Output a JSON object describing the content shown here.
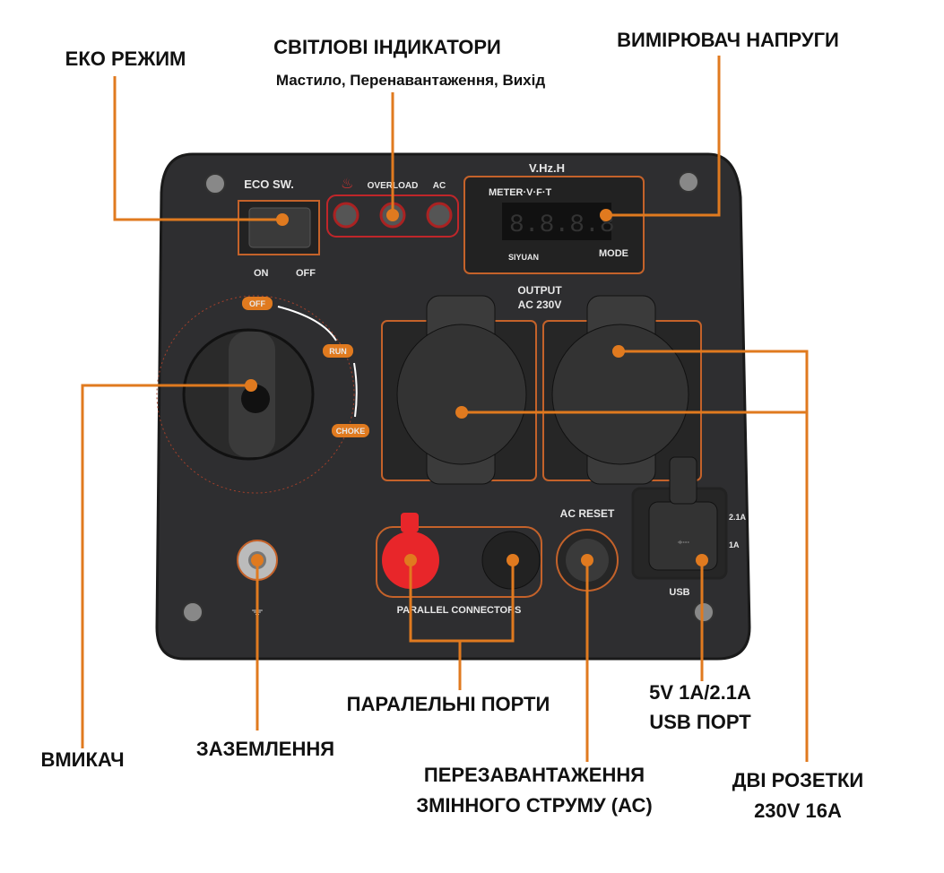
{
  "callouts": {
    "eco": "ЕКО РЕЖИМ",
    "indicators_title": "СВІТЛОВІ ІНДИКАТОРИ",
    "indicators_sub": "Мастило, Перенавантаження, Вихід",
    "meter": "ВИМІРЮВАЧ НАПРУГИ",
    "switch": "ВМИКАЧ",
    "ground": "ЗАЗЕМЛЕННЯ",
    "parallel": "ПАРАЛЕЛЬНІ ПОРТИ",
    "ac_reset_1": "ПЕРЕЗАВАНТАЖЕННЯ",
    "ac_reset_2": "ЗМІННОГО СТРУМУ (АС)",
    "usb_1": "5V 1A/2.1A",
    "usb_2": "USB ПОРТ",
    "sockets_1": "ДВІ РОЗЕТКИ",
    "sockets_2": "230V 16A"
  },
  "panel": {
    "eco_sw": "ECO SW.",
    "on": "ON",
    "off": "OFF",
    "overload": "OVERLOAD",
    "ac": "AC",
    "vhzh": "V.Hz.H",
    "meter_title": "METER·V·F·T",
    "display": "8.8.8.8",
    "brand": "SIYUAN",
    "mode": "MODE",
    "output_1": "OUTPUT",
    "output_2": "AC 230V",
    "knob_off": "OFF",
    "knob_run": "RUN",
    "knob_choke": "CHOKE",
    "ac_reset": "AC RESET",
    "parallel_connectors": "PARALLEL CONNECTORS",
    "usb": "USB",
    "usb_21": "2.1A",
    "usb_1": "1A"
  },
  "colors": {
    "accent": "#e07a1f",
    "panel": "#2e2e30",
    "red": "#e8262a"
  }
}
